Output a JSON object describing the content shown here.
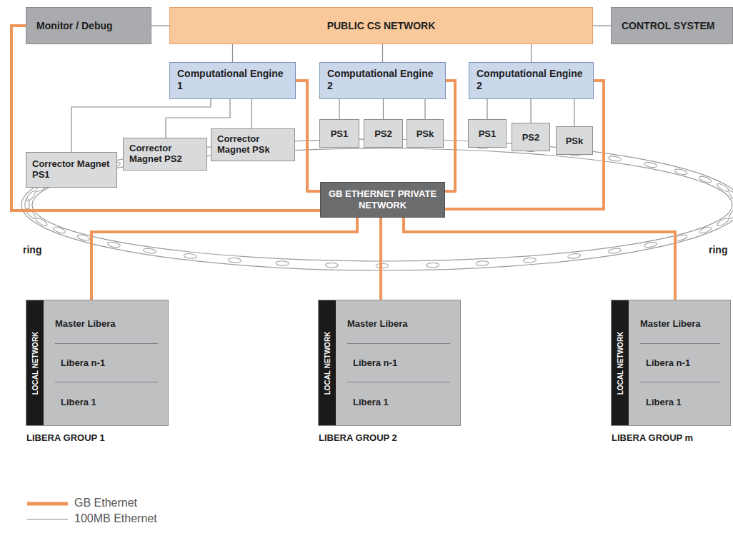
{
  "diagram": {
    "nodes": [
      {
        "text": [
          "Monitor / Debug"
        ]
      },
      {
        "text": [
          "PUBLIC CS NETWORK"
        ]
      },
      {
        "text": [
          "CONTROL SYSTEM"
        ]
      },
      {
        "text": [
          "Computational Engine 1"
        ]
      },
      {
        "text": [
          "Computational Engine 2"
        ]
      },
      {
        "text": [
          "Computational Engine 2"
        ]
      },
      {
        "text": [
          "Corrector Magnet PS1"
        ]
      },
      {
        "text": [
          "Corrector Magnet PS2"
        ]
      },
      {
        "text": [
          "Corrector Magnet PSk"
        ]
      },
      {
        "text": [
          "PS1"
        ]
      },
      {
        "text": [
          "PS2"
        ]
      },
      {
        "text": [
          "PSk"
        ]
      },
      {
        "text": [
          "PS1"
        ]
      },
      {
        "text": [
          "PS2"
        ]
      },
      {
        "text": [
          "PSk"
        ]
      },
      {
        "text": [
          "GB ETHERNET PRIVATE NETWORK"
        ]
      },
      {
        "text": [
          "LOCAL NETWORK",
          "Master Libera",
          "Libera n-1",
          "Libera 1",
          "LIBERA GROUP 1"
        ]
      },
      {
        "text": [
          "LOCAL NETWORK",
          "Master Libera",
          "Libera n-1",
          "Libera 1",
          "LIBERA GROUP 2"
        ]
      },
      {
        "text": [
          "LOCAL NETWORK",
          "Master Libera",
          "Libera n-1",
          "Libera 1",
          "LIBERA GROUP m"
        ]
      }
    ],
    "edges": [
      {
        "from": 0,
        "to": 1,
        "arrow": "none"
      },
      {
        "from": 1,
        "to": 2,
        "arrow": "none"
      },
      {
        "from": 1,
        "to": 3,
        "arrow": "none"
      },
      {
        "from": 1,
        "to": 4,
        "arrow": "none"
      },
      {
        "from": 1,
        "to": 5,
        "arrow": "none"
      },
      {
        "from": 3,
        "to": 6,
        "arrow": "none"
      },
      {
        "from": 3,
        "to": 7,
        "arrow": "none"
      },
      {
        "from": 3,
        "to": 8,
        "arrow": "none"
      },
      {
        "from": 4,
        "to": 9,
        "arrow": "none"
      },
      {
        "from": 4,
        "to": 10,
        "arrow": "none"
      },
      {
        "from": 4,
        "to": 11,
        "arrow": "none"
      },
      {
        "from": 5,
        "to": 12,
        "arrow": "none"
      },
      {
        "from": 5,
        "to": 13,
        "arrow": "none"
      },
      {
        "from": 5,
        "to": 14,
        "arrow": "none"
      },
      {
        "from": 0,
        "to": 15,
        "arrow": "none"
      },
      {
        "from": 3,
        "to": 15,
        "arrow": "none"
      },
      {
        "from": 4,
        "to": 15,
        "arrow": "none"
      },
      {
        "from": 5,
        "to": 15,
        "arrow": "none"
      },
      {
        "from": 15,
        "to": 16,
        "arrow": "none"
      },
      {
        "from": 15,
        "to": 17,
        "arrow": "none"
      },
      {
        "from": 15,
        "to": 18,
        "arrow": "none"
      }
    ],
    "labels": [
      "ring",
      "ring"
    ],
    "legend": [
      {
        "text": "GB Ethernet",
        "color": "#f0955a"
      },
      {
        "text": "100MB Ethernet",
        "color": "#8a8a8a"
      }
    ]
  }
}
